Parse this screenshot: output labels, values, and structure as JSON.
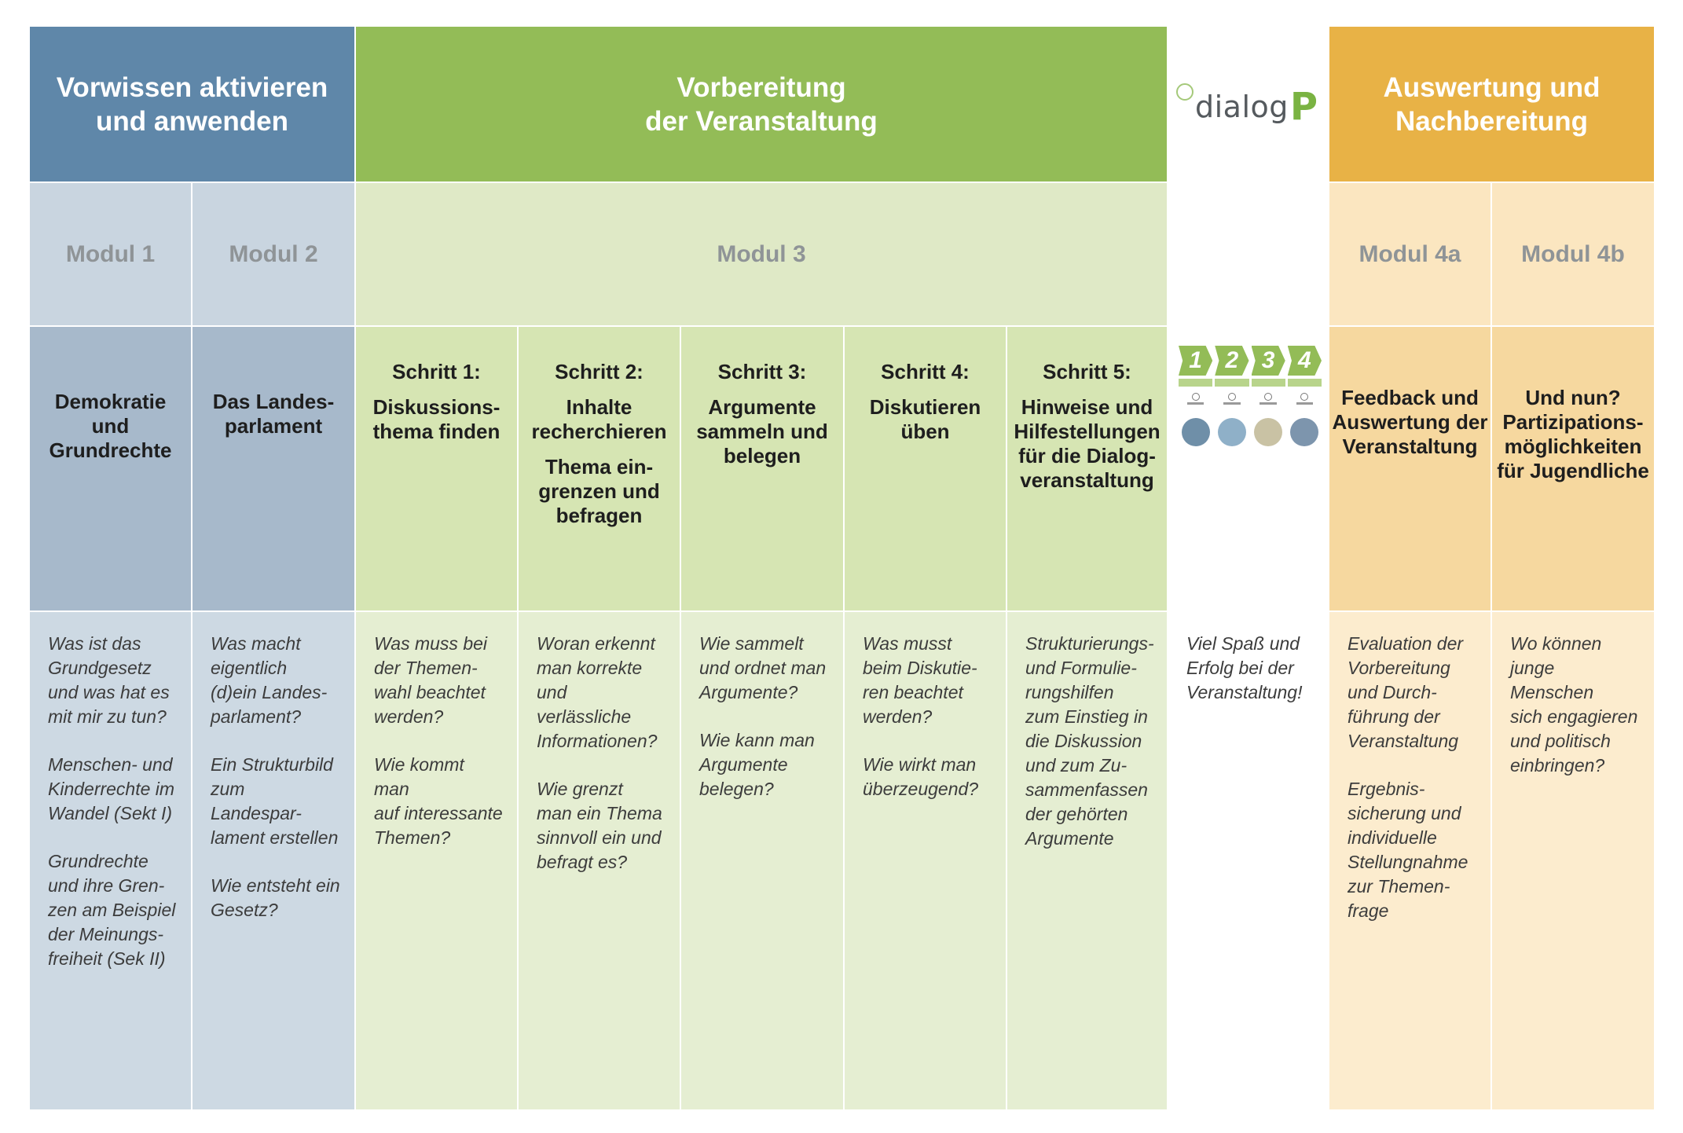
{
  "headers": {
    "blue": "Vorwissen aktivieren\nund anwenden",
    "green": "Vorbereitung\nder Veranstaltung",
    "orange": "Auswertung und\nNachbereitung"
  },
  "logo": {
    "text": "dialog",
    "letter": "P"
  },
  "modules": {
    "m1": "Modul 1",
    "m2": "Modul 2",
    "m3": "Modul 3",
    "m4a": "Modul 4a",
    "m4b": "Modul 4b"
  },
  "titles": {
    "m1": "Demokratie\nund\nGrundrechte",
    "m2": "Das Landes-\nparlament",
    "s1_label": "Schritt 1:",
    "s1": "Diskussions-\nthema finden",
    "s2_label": "Schritt 2:",
    "s2": "Inhalte\nrecherchieren",
    "s2b": "Thema ein-\ngrenzen und\nbefragen",
    "s3_label": "Schritt 3:",
    "s3": "Argumente\nsammeln und\nbelegen",
    "s4_label": "Schritt 4:",
    "s4": "Diskutieren\nüben",
    "s5_label": "Schritt 5:",
    "s5": "Hinweise und\nHilfestellungen\nfür die Dialog-\nveranstaltung",
    "m4a": "Feedback und\nAuswertung der\nVeranstaltung",
    "m4b": "Und nun?\nPartizipations-\nmöglichkeiten\nfür Jugendliche"
  },
  "thumbnails": {
    "numbers": [
      "1",
      "2",
      "3",
      "4"
    ],
    "colors": [
      "#6f8fa8",
      "#8fb0c8",
      "#c9c2a4",
      "#7d95ad"
    ]
  },
  "descriptions": {
    "m1": [
      "Was ist das\nGrundgesetz\nund was hat es\nmit mir zu tun?",
      "Menschen- und\nKinderrechte im\nWandel (Sekt I)",
      "Grundrechte\nund ihre Gren-\nzen am Beispiel\nder Meinungs-\nfreiheit (Sek II)"
    ],
    "m2": [
      "Was macht\neigentlich\n(d)ein Landes-\nparlament?",
      "Ein Strukturbild\nzum Landespar-\nlament erstellen",
      "Wie entsteht ein\nGesetz?"
    ],
    "s1": [
      "Was muss bei\nder Themen-\nwahl beachtet\nwerden?",
      "Wie kommt man\nauf interessante\nThemen?"
    ],
    "s2": [
      "Woran erkennt\nman korrekte\nund verlässliche\nInformationen?",
      "Wie grenzt\nman  ein Thema\nsinnvoll ein und\nbefragt es?"
    ],
    "s3": [
      "Wie sammelt\nund ordnet man\nArgumente?",
      "Wie kann man\nArgumente\nbelegen?"
    ],
    "s4": [
      "Was musst\nbeim Diskutie-\nren beachtet\nwerden?",
      "Wie wirkt man\nüberzeugend?"
    ],
    "s5": [
      "Strukturierungs-\nund Formulie-\nrungshilfen\nzum Einstieg in\ndie Diskussion\nund zum Zu-\nsammenfassen\nder gehörten\nArgumente"
    ],
    "dialog": [
      "Viel Spaß und\nErfolg bei der\nVeranstaltung!"
    ],
    "m4a": [
      "Evaluation der\nVorbereitung\nund Durch-\nführung der\nVeranstaltung",
      "Ergebnis-\nsicherung und\nindividuelle\nStellungnahme\nzur Themen-\nfrage"
    ],
    "m4b": [
      "Wo können\njunge Menschen\nsich engagieren\nund politisch\neinbringen?"
    ]
  }
}
